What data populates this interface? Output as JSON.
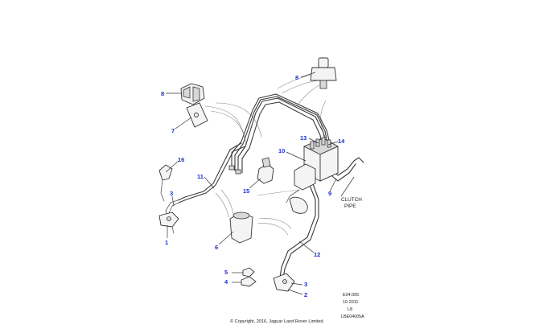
{
  "diagram": {
    "callouts": [
      {
        "id": "c1",
        "label": "1"
      },
      {
        "id": "c2",
        "label": "2"
      },
      {
        "id": "c3a",
        "label": "3"
      },
      {
        "id": "c3b",
        "label": "3"
      },
      {
        "id": "c4",
        "label": "4"
      },
      {
        "id": "c5",
        "label": "5"
      },
      {
        "id": "c6",
        "label": "6"
      },
      {
        "id": "c7",
        "label": "7"
      },
      {
        "id": "c8a",
        "label": "8"
      },
      {
        "id": "c8b",
        "label": "8"
      },
      {
        "id": "c9",
        "label": "9"
      },
      {
        "id": "c10",
        "label": "10"
      },
      {
        "id": "c11",
        "label": "11"
      },
      {
        "id": "c12",
        "label": "12"
      },
      {
        "id": "c13",
        "label": "13"
      },
      {
        "id": "c14",
        "label": "14"
      },
      {
        "id": "c15",
        "label": "15"
      },
      {
        "id": "c16",
        "label": "16"
      }
    ],
    "note_lines": [
      "CLUTCH",
      "PIPE"
    ],
    "reference_block": [
      "E04.005",
      "10-2011",
      "L8",
      "LBE04005A"
    ],
    "copyright": "© Copyright, 2016, Jaguar Land Rover Limited.",
    "colors": {
      "callout": "#1a2fd0",
      "line": "#3a3a3a"
    }
  }
}
